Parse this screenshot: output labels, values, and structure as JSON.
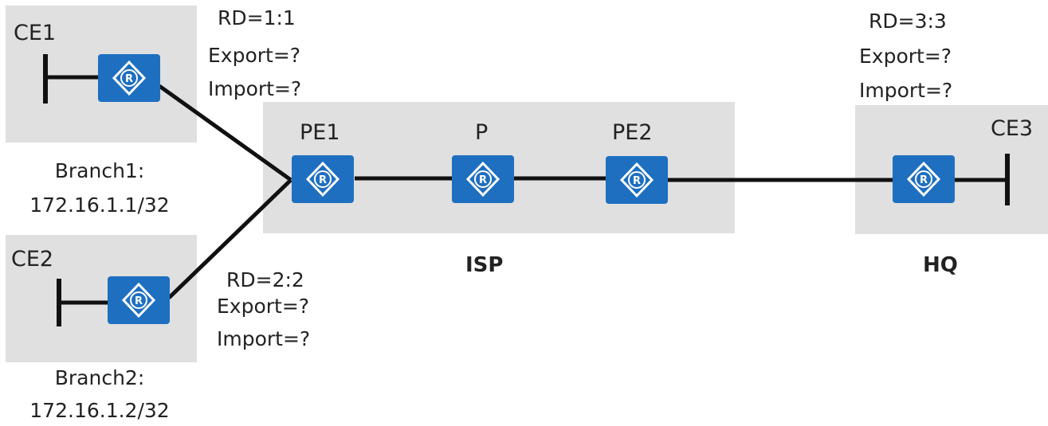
{
  "devices": {
    "ce1": "CE1",
    "ce2": "CE2",
    "ce3": "CE3",
    "pe1": "PE1",
    "p": "P",
    "pe2": "PE2"
  },
  "areas": {
    "isp": "ISP",
    "hq": "HQ"
  },
  "branch1": {
    "title": "Branch1:",
    "address": "172.16.1.1/32"
  },
  "branch2": {
    "title": "Branch2:",
    "address": "172.16.1.2/32"
  },
  "vpn_ce1": {
    "rd": "RD=1:1",
    "export": "Export=?",
    "import": "Import=?"
  },
  "vpn_ce2": {
    "rd": "RD=2:2",
    "export": "Export=?",
    "import": "Import=?"
  },
  "vpn_ce3": {
    "rd": "RD=3:3",
    "export": "Export=?",
    "import": "Import=?"
  },
  "colors": {
    "router_fill": "#1e6fc0",
    "router_symbol": "#ffffff",
    "area_fill": "#e0e0e0",
    "link": "#111111"
  },
  "icons": {
    "router": "router-icon"
  }
}
